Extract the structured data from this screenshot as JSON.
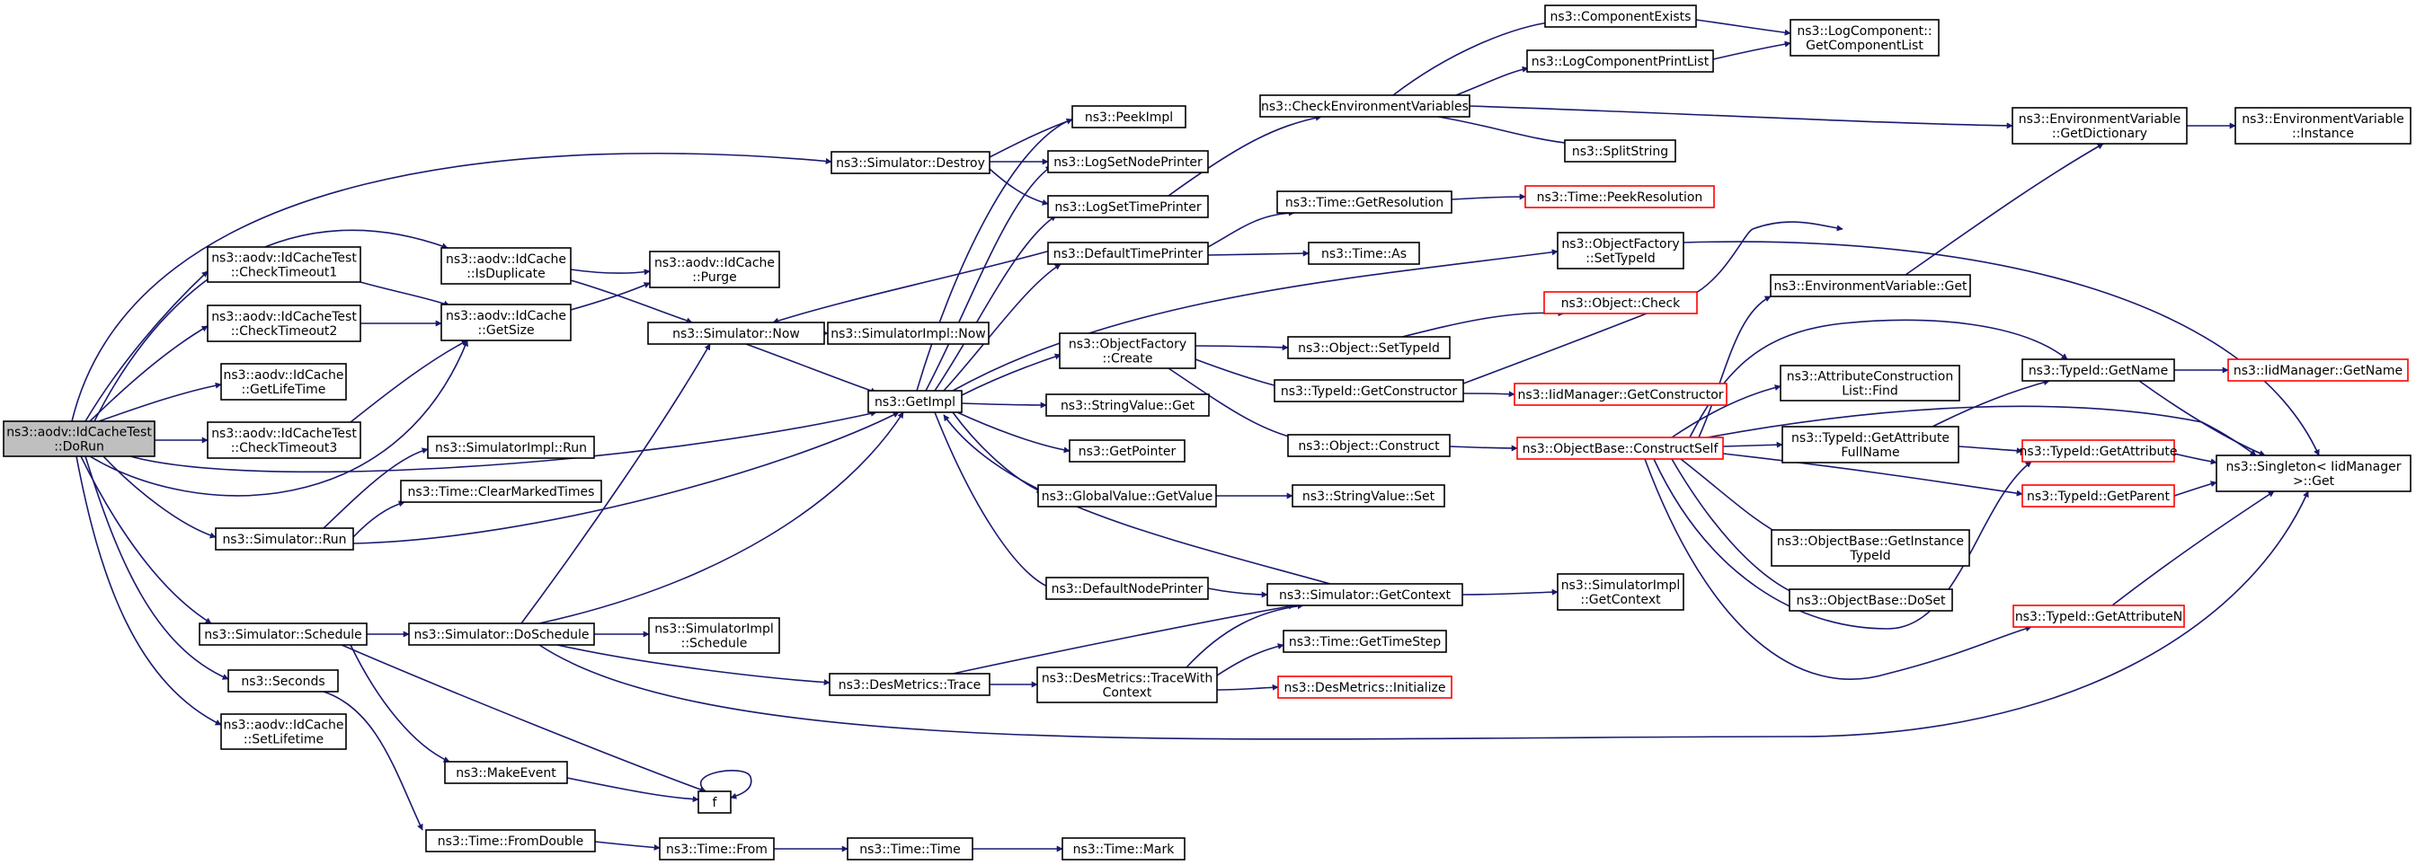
{
  "diagram": {
    "colors": {
      "edge": "#191970",
      "truncated_border": "#ff0000",
      "root_fill": "#bfbfbf",
      "node_border": "#000000"
    },
    "nodes": [
      {
        "id": "root",
        "lines": [
          "ns3::aodv::IdCacheTest",
          "::DoRun"
        ]
      },
      {
        "id": "ct1",
        "lines": [
          "ns3::aodv::IdCacheTest",
          "::CheckTimeout1"
        ]
      },
      {
        "id": "ct2",
        "lines": [
          "ns3::aodv::IdCacheTest",
          "::CheckTimeout2"
        ]
      },
      {
        "id": "getlife",
        "lines": [
          "ns3::aodv::IdCache",
          "::GetLifeTime"
        ]
      },
      {
        "id": "ct3",
        "lines": [
          "ns3::aodv::IdCacheTest",
          "::CheckTimeout3"
        ]
      },
      {
        "id": "simrun",
        "lines": [
          "ns3::Simulator::Run"
        ]
      },
      {
        "id": "simsched",
        "lines": [
          "ns3::Simulator::Schedule"
        ]
      },
      {
        "id": "seconds",
        "lines": [
          "ns3::Seconds"
        ]
      },
      {
        "id": "setlife",
        "lines": [
          "ns3::aodv::IdCache",
          "::SetLifetime"
        ]
      },
      {
        "id": "isdup",
        "lines": [
          "ns3::aodv::IdCache",
          "::IsDuplicate"
        ]
      },
      {
        "id": "getsize",
        "lines": [
          "ns3::aodv::IdCache",
          "::GetSize"
        ]
      },
      {
        "id": "purge",
        "lines": [
          "ns3::aodv::IdCache",
          "::Purge"
        ]
      },
      {
        "id": "simdestroy",
        "lines": [
          "ns3::Simulator::Destroy"
        ]
      },
      {
        "id": "simnow",
        "lines": [
          "ns3::Simulator::Now"
        ]
      },
      {
        "id": "simimplnow",
        "lines": [
          "ns3::SimulatorImpl::Now"
        ]
      },
      {
        "id": "simimplrun",
        "lines": [
          "ns3::SimulatorImpl::Run"
        ]
      },
      {
        "id": "clearmarked",
        "lines": [
          "ns3::Time::ClearMarkedTimes"
        ]
      },
      {
        "id": "dosched",
        "lines": [
          "ns3::Simulator::DoSchedule"
        ]
      },
      {
        "id": "simimplsched",
        "lines": [
          "ns3::SimulatorImpl",
          "::Schedule"
        ]
      },
      {
        "id": "makeevent",
        "lines": [
          "ns3::MakeEvent"
        ]
      },
      {
        "id": "f",
        "lines": [
          "f"
        ]
      },
      {
        "id": "fromdouble",
        "lines": [
          "ns3::Time::FromDouble"
        ]
      },
      {
        "id": "timefrom",
        "lines": [
          "ns3::Time::From"
        ]
      },
      {
        "id": "timetime",
        "lines": [
          "ns3::Time::Time"
        ]
      },
      {
        "id": "timemark",
        "lines": [
          "ns3::Time::Mark"
        ]
      },
      {
        "id": "getimpl",
        "lines": [
          "ns3::GetImpl"
        ]
      },
      {
        "id": "peekimpl",
        "lines": [
          "ns3::PeekImpl"
        ]
      },
      {
        "id": "lognode",
        "lines": [
          "ns3::LogSetNodePrinter"
        ]
      },
      {
        "id": "logtime",
        "lines": [
          "ns3::LogSetTimePrinter"
        ]
      },
      {
        "id": "deftime",
        "lines": [
          "ns3::DefaultTimePrinter"
        ]
      },
      {
        "id": "ofcreate",
        "lines": [
          "ns3::ObjectFactory",
          "::Create"
        ]
      },
      {
        "id": "svget",
        "lines": [
          "ns3::StringValue::Get"
        ]
      },
      {
        "id": "getpointer",
        "lines": [
          "ns3::GetPointer"
        ]
      },
      {
        "id": "gvgetvalue",
        "lines": [
          "ns3::GlobalValue::GetValue"
        ]
      },
      {
        "id": "defnode",
        "lines": [
          "ns3::DefaultNodePrinter"
        ]
      },
      {
        "id": "desmtrace",
        "lines": [
          "ns3::DesMetrics::Trace"
        ]
      },
      {
        "id": "desmtracectx",
        "lines": [
          "ns3::DesMetrics::TraceWith",
          "Context"
        ]
      },
      {
        "id": "checkenv",
        "lines": [
          "ns3::CheckEnvironmentVariables"
        ]
      },
      {
        "id": "gettimeres",
        "lines": [
          "ns3::Time::GetResolution"
        ]
      },
      {
        "id": "timeas",
        "lines": [
          "ns3::Time::As"
        ]
      },
      {
        "id": "objsettid",
        "lines": [
          "ns3::Object::SetTypeId"
        ]
      },
      {
        "id": "tidgetctor",
        "lines": [
          "ns3::TypeId::GetConstructor"
        ]
      },
      {
        "id": "objconstruct",
        "lines": [
          "ns3::Object::Construct"
        ]
      },
      {
        "id": "svset",
        "lines": [
          "ns3::StringValue::Set"
        ]
      },
      {
        "id": "simgetctx",
        "lines": [
          "ns3::Simulator::GetContext"
        ]
      },
      {
        "id": "timegetstep",
        "lines": [
          "ns3::Time::GetTimeStep"
        ]
      },
      {
        "id": "desminit",
        "lines": [
          "ns3::DesMetrics::Initialize"
        ],
        "trunc": true
      },
      {
        "id": "compexists",
        "lines": [
          "ns3::ComponentExists"
        ]
      },
      {
        "id": "logcompprint",
        "lines": [
          "ns3::LogComponentPrintList"
        ]
      },
      {
        "id": "splitstring",
        "lines": [
          "ns3::SplitString"
        ]
      },
      {
        "id": "peekres",
        "lines": [
          "ns3::Time::PeekResolution"
        ],
        "trunc": true
      },
      {
        "id": "ofsettid",
        "lines": [
          "ns3::ObjectFactory",
          "::SetTypeId"
        ]
      },
      {
        "id": "objcheck",
        "lines": [
          "ns3::Object::Check"
        ],
        "trunc": true
      },
      {
        "id": "envget",
        "lines": [
          "ns3::EnvironmentVariable::Get"
        ]
      },
      {
        "id": "iidmgrctor",
        "lines": [
          "ns3::IidManager::GetConstructor"
        ],
        "trunc": true
      },
      {
        "id": "obconstructself",
        "lines": [
          "ns3::ObjectBase::ConstructSelf"
        ],
        "trunc": true
      },
      {
        "id": "simimplgetctx",
        "lines": [
          "ns3::SimulatorImpl",
          "::GetContext"
        ]
      },
      {
        "id": "getcomplist",
        "lines": [
          "ns3::LogComponent::",
          "GetComponentList"
        ]
      },
      {
        "id": "envgetdict",
        "lines": [
          "ns3::EnvironmentVariable",
          "::GetDictionary"
        ]
      },
      {
        "id": "envinstance",
        "lines": [
          "ns3::EnvironmentVariable",
          "::Instance"
        ]
      },
      {
        "id": "attrconstr",
        "lines": [
          "ns3::AttributeConstruction",
          "List::Find"
        ]
      },
      {
        "id": "tidgetattrfull",
        "lines": [
          "ns3::TypeId::GetAttribute",
          "FullName"
        ]
      },
      {
        "id": "obgetinst",
        "lines": [
          "ns3::ObjectBase::GetInstance",
          "TypeId"
        ]
      },
      {
        "id": "obdoset",
        "lines": [
          "ns3::ObjectBase::DoSet"
        ]
      },
      {
        "id": "tidgetname",
        "lines": [
          "ns3::TypeId::GetName"
        ]
      },
      {
        "id": "tidgetattr",
        "lines": [
          "ns3::TypeId::GetAttribute"
        ],
        "trunc": true
      },
      {
        "id": "tidgetparent",
        "lines": [
          "ns3::TypeId::GetParent"
        ],
        "trunc": true
      },
      {
        "id": "tidgetattrn",
        "lines": [
          "ns3::TypeId::GetAttributeN"
        ],
        "trunc": true
      },
      {
        "id": "iidmgrname",
        "lines": [
          "ns3::IidManager::GetName"
        ],
        "trunc": true
      },
      {
        "id": "singleton",
        "lines": [
          "ns3::Singleton< IidManager",
          ">::Get"
        ]
      }
    ]
  }
}
